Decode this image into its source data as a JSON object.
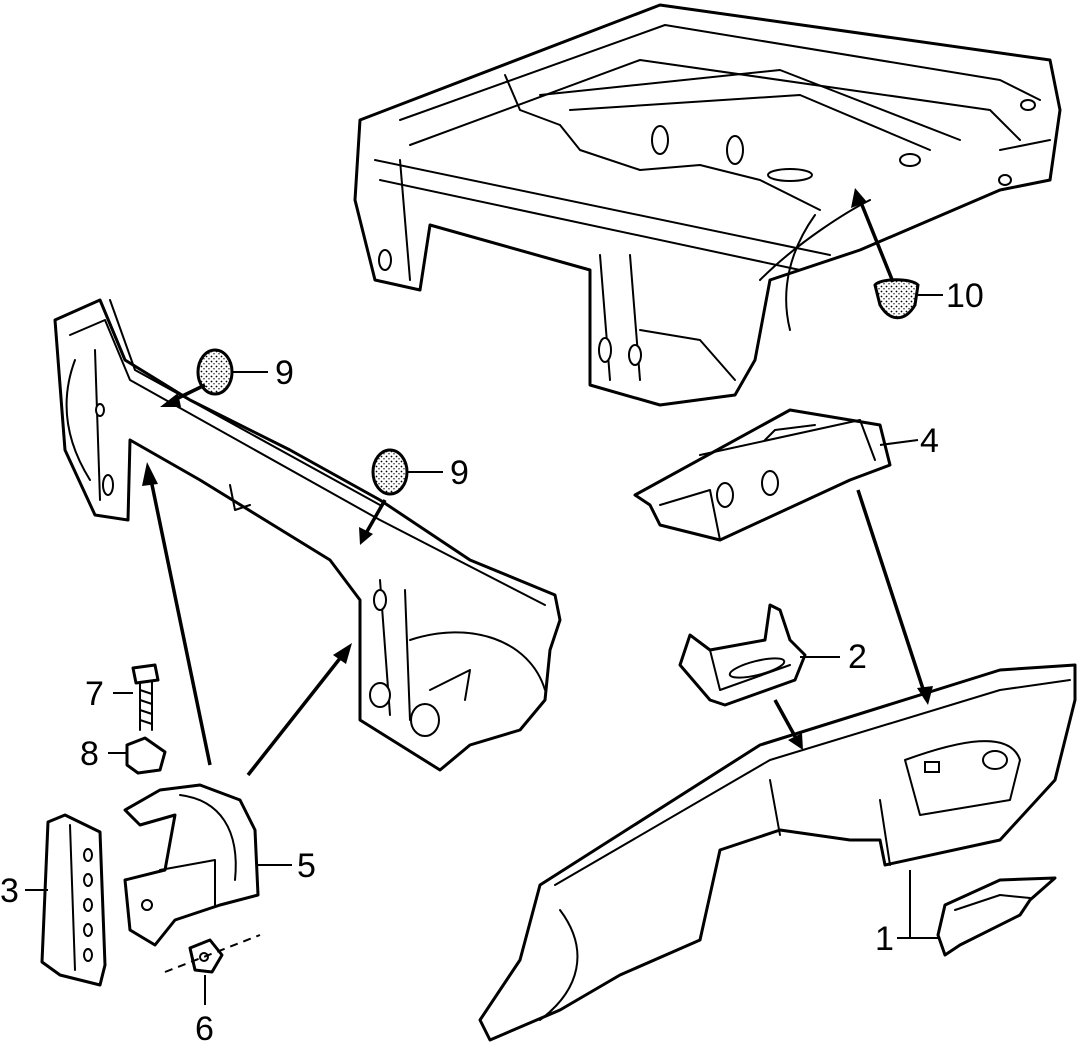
{
  "callouts": [
    {
      "id": "1",
      "label": "1"
    },
    {
      "id": "2",
      "label": "2"
    },
    {
      "id": "3",
      "label": "3"
    },
    {
      "id": "4",
      "label": "4"
    },
    {
      "id": "5",
      "label": "5"
    },
    {
      "id": "6",
      "label": "6"
    },
    {
      "id": "7",
      "label": "7"
    },
    {
      "id": "8",
      "label": "8"
    },
    {
      "id": "9a",
      "label": "9"
    },
    {
      "id": "9b",
      "label": "9"
    },
    {
      "id": "10",
      "label": "10"
    }
  ]
}
